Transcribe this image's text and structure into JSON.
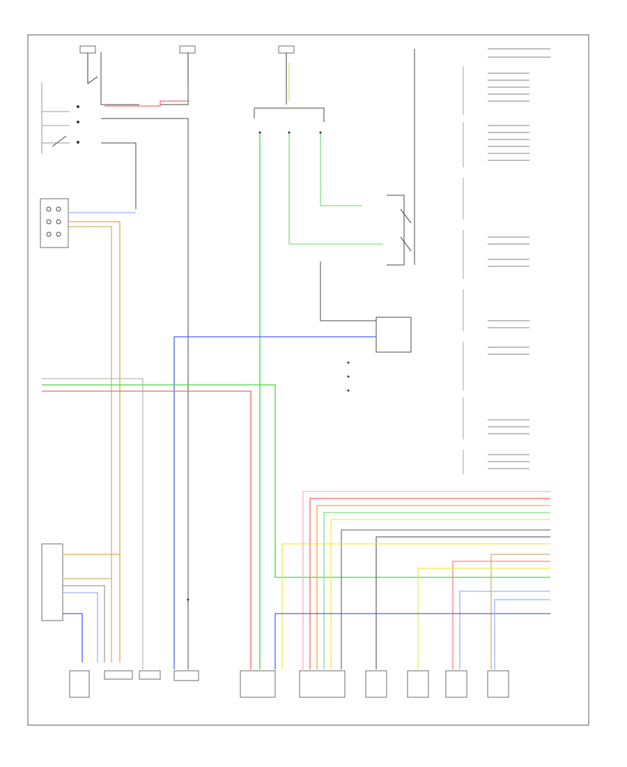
{
  "diagram": {
    "footer_code": "",
    "colors": {
      "wire_black": "#333333",
      "wire_green": "#3bdc3b",
      "wire_lightgreen": "#7de07d",
      "wire_red": "#ff6060",
      "wire_pink": "#ffb0b0",
      "wire_yellow": "#f2e84a",
      "wire_orange": "#e6a640",
      "wire_tan": "#d0b070",
      "wire_blue": "#4a5cff",
      "wire_lightblue": "#9ab0ff",
      "wire_gray": "#999999"
    },
    "components": [
      {
        "id": "top-fuse-1"
      },
      {
        "id": "top-fuse-2"
      },
      {
        "id": "top-fuse-3"
      },
      {
        "id": "left-switch-module"
      },
      {
        "id": "relay-right"
      },
      {
        "id": "mid-relay-box"
      },
      {
        "id": "left-lower-connector"
      },
      {
        "id": "bottom-conn-1"
      },
      {
        "id": "bottom-conn-2"
      },
      {
        "id": "bottom-conn-3"
      },
      {
        "id": "bottom-conn-4"
      },
      {
        "id": "bottom-conn-5"
      },
      {
        "id": "bottom-conn-6"
      },
      {
        "id": "bottom-conn-7"
      },
      {
        "id": "bottom-conn-8"
      },
      {
        "id": "bottom-conn-9"
      },
      {
        "id": "bottom-conn-10"
      }
    ]
  }
}
